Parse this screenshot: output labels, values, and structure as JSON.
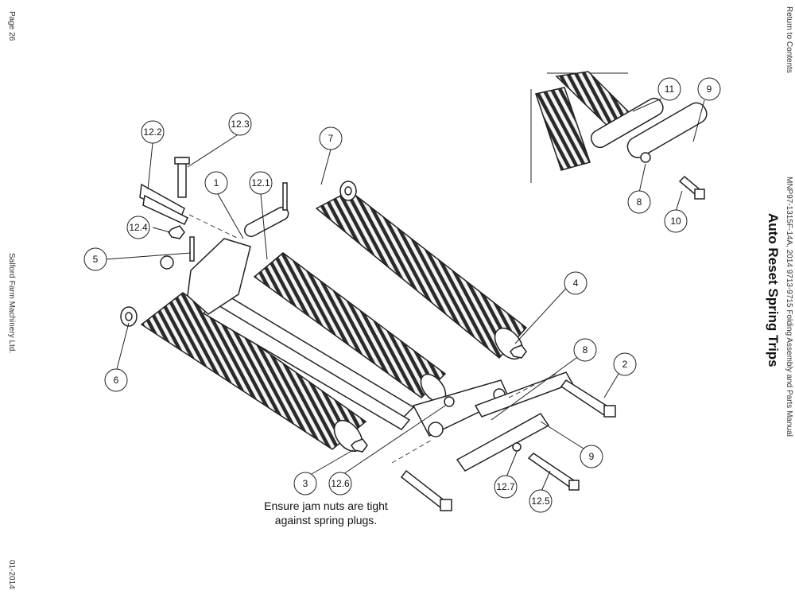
{
  "header": {
    "page": "Page 26",
    "company": "Salford Farm Machinery Ltd.",
    "date": "01-2014",
    "return_link": "Return to Contents",
    "manual_title": "MNP97-1315F-14A, 2014 9713-9715 Folding Assembly and Parts Manual",
    "section_title": "Auto Reset Spring Trips"
  },
  "note": {
    "line1": "Ensure jam nuts are tight",
    "line2": "against spring plugs."
  },
  "callouts": [
    "12.2",
    "12.3",
    "7",
    "1",
    "12.1",
    "12.4",
    "5",
    "6",
    "4",
    "8",
    "2",
    "9",
    "3",
    "12.6",
    "12.7",
    "12.5",
    "11",
    "9",
    "8",
    "10"
  ]
}
